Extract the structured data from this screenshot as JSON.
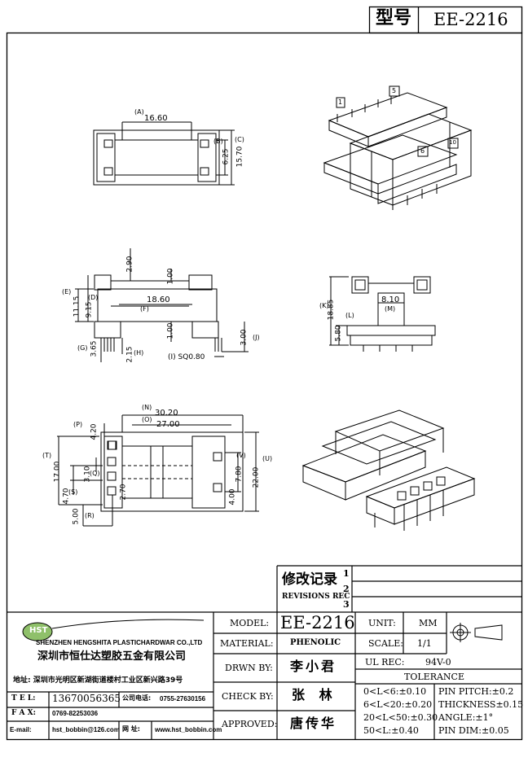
{
  "header": {
    "model_label": "型号",
    "model_value": "EE-2216"
  },
  "dims": {
    "A": "(A)",
    "a_val": "16.60",
    "B": "(B)",
    "b_val": "6.25",
    "C": "(C)",
    "c_val": "15.70",
    "two90": "2.90",
    "one00_top": "1.00",
    "one00_bot": "1.00",
    "E": "(E)",
    "e_val": "11.15",
    "D": "(D)",
    "d_val": "9.15",
    "F": "(F)",
    "f_val": "18.60",
    "G": "(G)",
    "g_val": "3.65",
    "H": "(H)",
    "h_val": "2.15",
    "I": "(I) SQ0.80",
    "J": "(J)",
    "j_val": "3.00",
    "K": "(K)",
    "k_val": "18.85",
    "L": "(L)",
    "l_val": "5.80",
    "M": "(M)",
    "m_val": "8.10",
    "N": "(N)",
    "n_val": "30.20",
    "O": "(O)",
    "o_val": "27.00",
    "P": "(P)",
    "p_val": "4.20",
    "T": "(T)",
    "t_val": "17.00",
    "Q": "(Q)",
    "q_val": "3.10",
    "S": "(S)",
    "s_val": "4.70",
    "R": "(R)",
    "r_val": "5.00",
    "two70": "2.70",
    "V": "(V)",
    "v_val": "7.80",
    "U": "(U)",
    "u_val": "22.00",
    "four00": "4.00",
    "pin1": "1",
    "pin5": "5",
    "pin6": "6",
    "pin10": "10"
  },
  "revision": {
    "title": "修改记录",
    "subtitle": "REVISIONS REC",
    "marks": [
      "1",
      "2",
      "3"
    ]
  },
  "company": {
    "logo": "HST",
    "name_en": "SHENZHEN HENGSHITA PLASTICHARDWAR CO.,LTD",
    "name_cn": "深圳市恒仕达塑胶五金有限公司",
    "address": "地址: 深圳市光明区新湖街道楼村工业区新兴路39号",
    "tel_label": "T E L:",
    "tel": "13670056365",
    "company_tel_label": "公司电话:",
    "company_tel": "0755-27630156",
    "fax_label": "F A X:",
    "fax": "0769-82253036",
    "email_label": "E-mail:",
    "email": "hst_bobbin@126.com",
    "web_label": "网 址:",
    "web": "www.hst_bobbin.com"
  },
  "titleblock": {
    "model_label": "MODEL:",
    "model": "EE-2216",
    "material_label": "MATERIAL:",
    "material": "PHENOLIC",
    "drawn_label": "DRWN BY:",
    "drawn": "李小君",
    "check_label": "CHECK BY:",
    "check": "张 林",
    "approved_label": "APPROVED:",
    "approved": "唐传华",
    "unit_label": "UNIT:",
    "unit": "MM",
    "scale_label": "SCALE:",
    "scale": "1/1",
    "ul_label": "UL REC:",
    "ul": "94V-0",
    "tolerance_label": "TOLERANCE",
    "tol_lines": [
      "0<L<6:±0.10",
      "6<L<20:±0.20",
      "20<L<50:±0.30",
      "50<L:±0.40"
    ],
    "tol_right": [
      "PIN PITCH:±0.2",
      "THICKNESS±0.15",
      "ANGLE:±1°",
      "PIN DIM:±0.05"
    ]
  }
}
